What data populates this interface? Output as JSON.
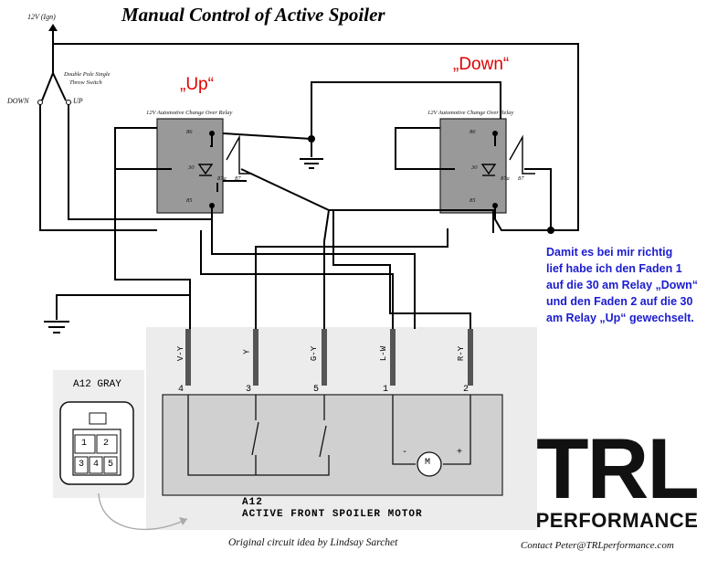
{
  "title": "Manual Control of Active Spoiler",
  "ign_label": "12V (Ign)",
  "switch_label_1": "Double Pole Single",
  "switch_label_2": "Throw Switch",
  "switch_down": "DOWN",
  "switch_up": "UP",
  "relay_up": {
    "label": "„Up“",
    "caption": "12V Automotive Change Over Relay",
    "pins": {
      "p86": "86",
      "p30": "30",
      "p87a": "87a",
      "p87": "87",
      "p85": "85"
    }
  },
  "relay_down": {
    "label": "„Down“",
    "caption": "12V Automotive Change Over Relay",
    "pins": {
      "p86": "86",
      "p30": "30",
      "p87a": "87a",
      "p87": "87",
      "p85": "85"
    }
  },
  "note_lines": [
    "Damit es bei mir richtig",
    "lief habe ich den Faden 1",
    "auf die 30 am Relay „Down“",
    "und den Faden 2 auf die 30",
    "am Relay „Up“ gewechselt."
  ],
  "connector": {
    "name": "A12 GRAY",
    "pins": [
      "1",
      "2",
      "3",
      "4",
      "5"
    ]
  },
  "motor": {
    "wires": [
      {
        "color": "V-Y",
        "pin": "4"
      },
      {
        "color": "Y",
        "pin": "3"
      },
      {
        "color": "G-Y",
        "pin": "5"
      },
      {
        "color": "L-W",
        "pin": "1"
      },
      {
        "color": "R-Y",
        "pin": "2"
      }
    ],
    "label_line1": "A12",
    "label_line2": "ACTIVE FRONT SPOILER MOTOR",
    "symbol": "M",
    "minus": "-",
    "plus": "+"
  },
  "credit": "Original circuit idea by Lindsay Sarchet",
  "logo": {
    "mark": "TRL",
    "sub": "PERFORMANCE"
  },
  "contact": "Contact Peter@TRLperformance.com"
}
